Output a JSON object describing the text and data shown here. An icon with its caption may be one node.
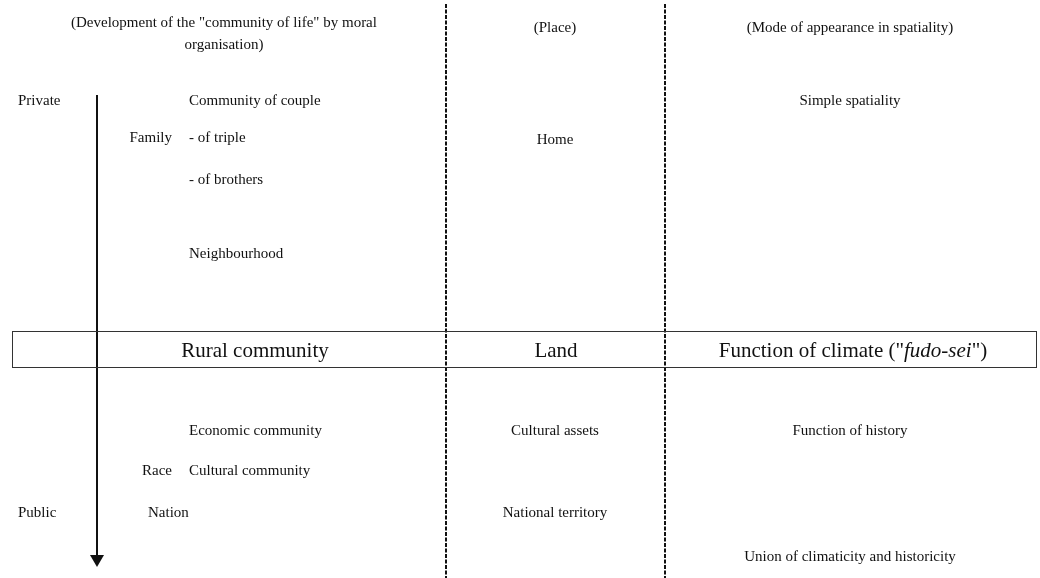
{
  "diagram": {
    "nodes": [
      {
        "text": [
          "Rural community",
          "Land",
          "Function of climate (\"*fudo-sei*\")"
        ]
      }
    ],
    "edges": [],
    "labels": [
      "(Development of the \"community of life\" by moral organisation)",
      "(Place)",
      "(Mode of appearance in spatiality)",
      "Private",
      "Community of couple",
      "Simple spatiality",
      "Family",
      "- of triple",
      "Home",
      "- of brothers",
      "Neighbourhood",
      "Economic community",
      "Cultural assets",
      "Function of history",
      "Race",
      "Cultural community",
      "Public",
      "Nation",
      "National territory",
      "Union of climaticity and historicity"
    ]
  }
}
